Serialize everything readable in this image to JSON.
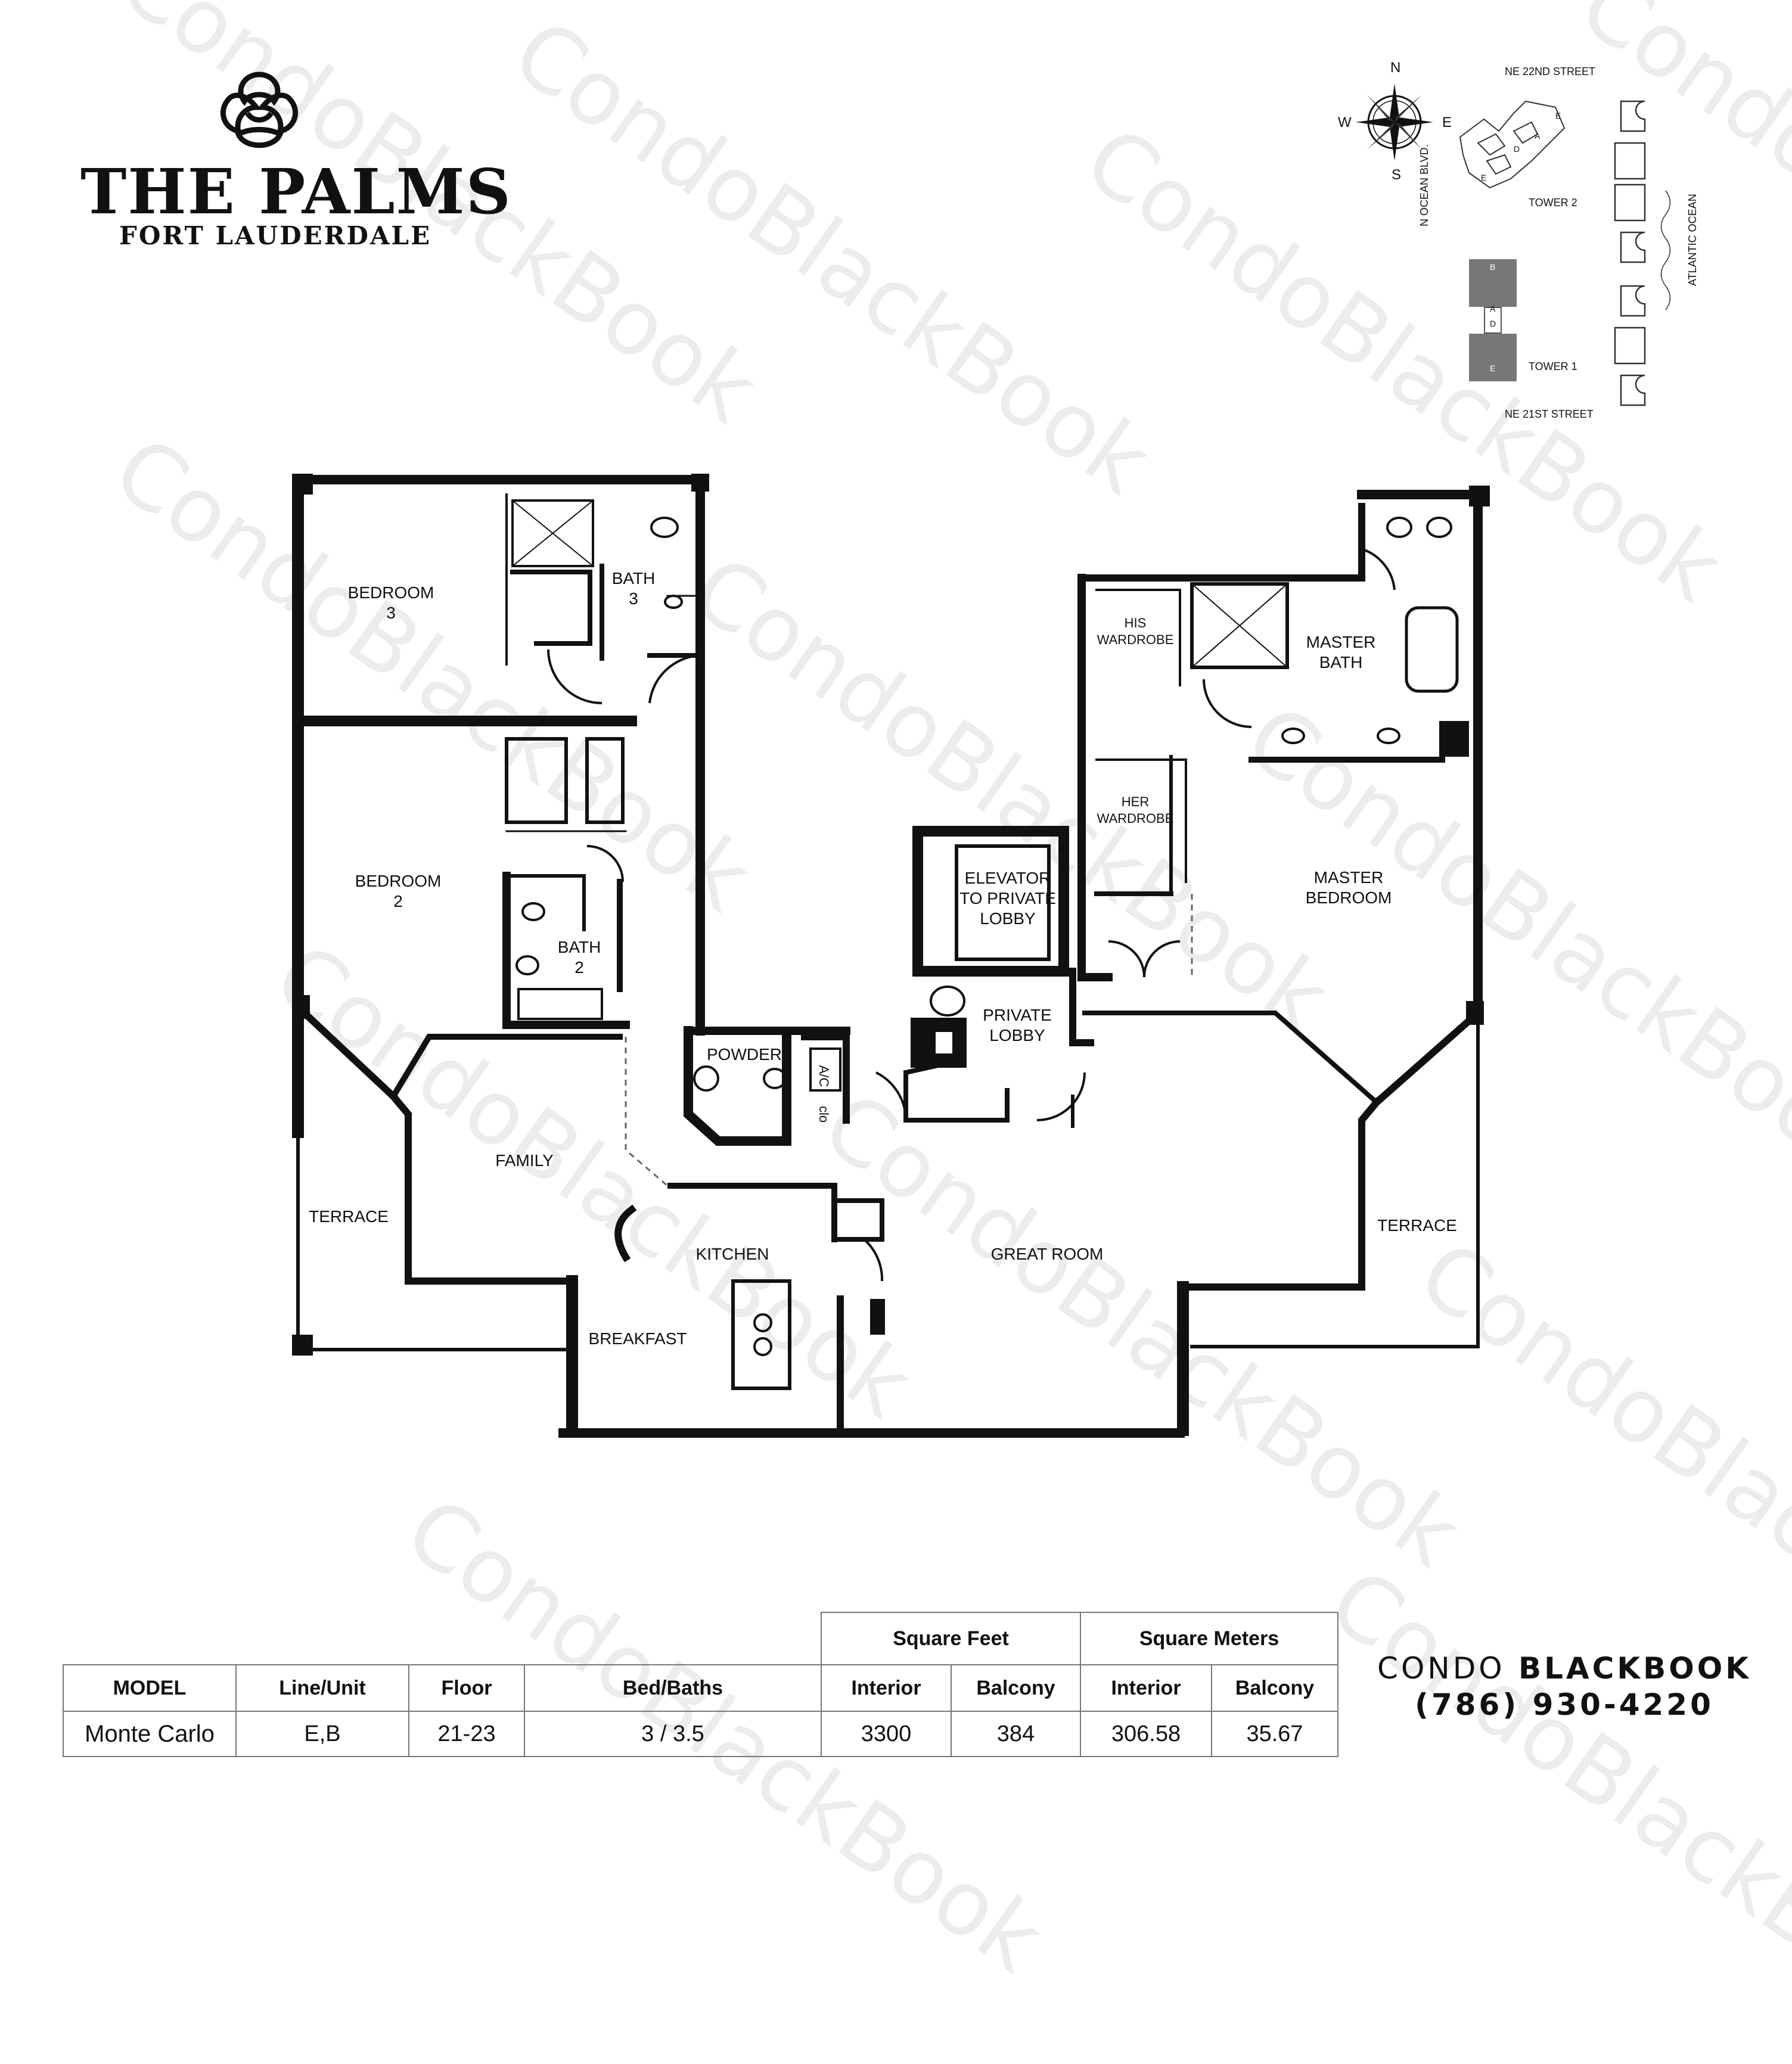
{
  "logo": {
    "title": "THE PALMS",
    "subtitle": "FORT LAUDERDALE"
  },
  "keyplan": {
    "compass": {
      "n": "N",
      "s": "S",
      "e": "E",
      "w": "W"
    },
    "street_top": "NE 22ND STREET",
    "street_bottom": "NE 21ST STREET",
    "street_left": "N OCEAN BLVD.",
    "ocean": "ATLANTIC OCEAN",
    "tower1": "TOWER 1",
    "tower2": "TOWER 2",
    "tower1_letters": [
      "B",
      "A",
      "D",
      "E"
    ],
    "tower2_letters": [
      "E",
      "D",
      "A",
      "E"
    ]
  },
  "rooms": {
    "bedroom3": "BEDROOM\n3",
    "bath3": "BATH\n3",
    "bedroom2": "BEDROOM\n2",
    "bath2": "BATH\n2",
    "powder": "POWDER",
    "ac": "A/C",
    "clo": "clo",
    "family": "FAMILY",
    "terrace_left": "TERRACE",
    "kitchen": "KITCHEN",
    "breakfast": "BREAKFAST",
    "great_room": "GREAT ROOM",
    "elevator": "ELEVATOR\nTO PRIVATE\nLOBBY",
    "private_lobby": "PRIVATE\nLOBBY",
    "his_wardrobe": "HIS\nWARDROBE",
    "her_wardrobe": "HER\nWARDROBE",
    "master_bath": "MASTER\nBATH",
    "master_bedroom": "MASTER\nBEDROOM",
    "terrace_right": "TERRACE"
  },
  "table": {
    "group_sqft": "Square Feet",
    "group_sqm": "Square Meters",
    "headers": [
      "MODEL",
      "Line/Unit",
      "Floor",
      "Bed/Baths",
      "Interior",
      "Balcony",
      "Interior",
      "Balcony"
    ],
    "row": [
      "Monte Carlo",
      "E,B",
      "21-23",
      "3 / 3.5",
      "3300",
      "384",
      "306.58",
      "35.67"
    ]
  },
  "contact": {
    "brand_light": "CONDO",
    "brand_bold": "BLACKBOOK",
    "phone": "(786) 930-4220"
  },
  "watermark": "CondoBlackBook"
}
